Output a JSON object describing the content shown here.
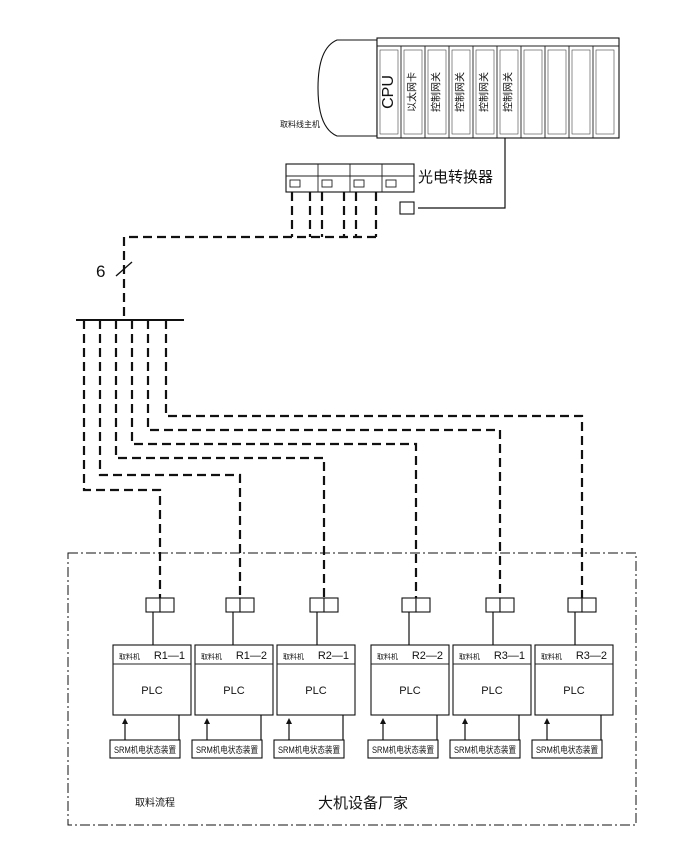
{
  "rack": {
    "side_label": "取料线主机",
    "slots": [
      "CPU",
      "以太网卡",
      "控制网关",
      "控制网关",
      "控制网关",
      "控制网关",
      "",
      "",
      "",
      ""
    ]
  },
  "converter": {
    "label": "光电转换器"
  },
  "fiber": {
    "count_label": "6"
  },
  "units": [
    {
      "small_label": "取料机",
      "id": "R1—1",
      "plc": "PLC",
      "srm": "SRM机电状态装置"
    },
    {
      "small_label": "取料机",
      "id": "R1—2",
      "plc": "PLC",
      "srm": "SRM机电状态装置"
    },
    {
      "small_label": "取料机",
      "id": "R2—1",
      "plc": "PLC",
      "srm": "SRM机电状态装置"
    },
    {
      "small_label": "取料机",
      "id": "R2—2",
      "plc": "PLC",
      "srm": "SRM机电状态装置"
    },
    {
      "small_label": "取料机",
      "id": "R3—1",
      "plc": "PLC",
      "srm": "SRM机电状态装置"
    },
    {
      "small_label": "取料机",
      "id": "R3—2",
      "plc": "PLC",
      "srm": "SRM机电状态装置"
    }
  ],
  "footer": {
    "left_label": "取料流程",
    "main_label": "大机设备厂家"
  }
}
